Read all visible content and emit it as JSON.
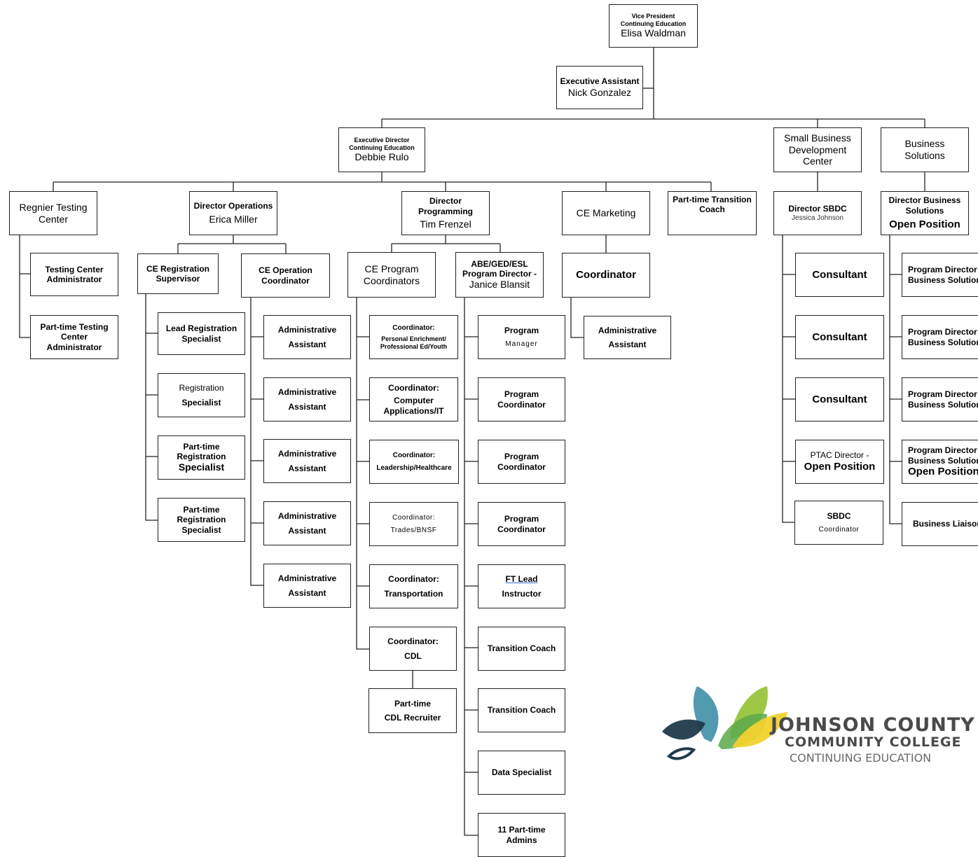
{
  "vp": {
    "title": "Vice President",
    "subtitle": "Continuing Education",
    "name": "Elisa Waldman"
  },
  "exec_assistant": {
    "title": "Executive Assistant",
    "name": "Nick Gonzalez"
  },
  "exec_director": {
    "title": "Executive Director",
    "subtitle": "Continuing Education",
    "name": "Debbie Rulo"
  },
  "sbdc_center": {
    "l1": "Small Business",
    "l2": "Development",
    "l3": "Center"
  },
  "business_solutions": {
    "l1": "Business",
    "l2": "Solutions"
  },
  "regnier": {
    "l1": "Regnier Testing",
    "l2": "Center"
  },
  "testing_admin": {
    "l1": "Testing Center",
    "l2": "Administrator"
  },
  "pt_testing_admin": {
    "l1": "Part-time Testing",
    "l2": "Center",
    "l3": "Administrator"
  },
  "dir_operations": {
    "title": "Director Operations",
    "name": "Erica Miller"
  },
  "ce_reg_supervisor": {
    "l1": "CE Registration",
    "l2": "Supervisor"
  },
  "ce_op_coordinator": {
    "l1": "CE Operation",
    "l2": "Coordinator"
  },
  "reg_staff": [
    {
      "l1": "Lead Registration",
      "l2": "Specialist"
    },
    {
      "l1": "Registration",
      "l2": "Specialist"
    },
    {
      "l1": "Part-time",
      "l2": "Registration",
      "l3": "Specialist"
    },
    {
      "l1": "Part-time",
      "l2": "Registration",
      "l3": "Specialist"
    }
  ],
  "admin_assistants": [
    {
      "l1": "Administrative",
      "l2": "Assistant"
    },
    {
      "l1": "Administrative",
      "l2": "Assistant"
    },
    {
      "l1": "Administrative",
      "l2": "Assistant"
    },
    {
      "l1": "Administrative",
      "l2": "Assistant"
    },
    {
      "l1": "Administrative",
      "l2": "Assistant"
    }
  ],
  "dir_programming": {
    "l1": "Director",
    "l2": "Programming",
    "name": "Tim Frenzel"
  },
  "ce_program_coordinators": {
    "l1": "CE Program",
    "l2": "Coordinators"
  },
  "abe_director": {
    "l1": "ABE/GED/ESL",
    "l2": "Program Director -",
    "name": "Janice Blansit"
  },
  "coordinators": [
    {
      "l1": "Coordinator:",
      "l2": "Personal Enrichment/",
      "l3": "Professional Ed/Youth"
    },
    {
      "l1": "Coordinator:",
      "l2": "Computer",
      "l3": "Applications/IT"
    },
    {
      "l1": "Coordinator:",
      "l2": "Leadership/Healthcare"
    },
    {
      "l1": "Coordinator:",
      "l2": "Trades/BNSF"
    },
    {
      "l1": "Coordinator:",
      "l2": "Transportation"
    },
    {
      "l1": "Coordinator:",
      "l2": "CDL"
    }
  ],
  "pt_cdl_recruiter": {
    "l1": "Part-time",
    "l2": "CDL Recruiter"
  },
  "abe_staff": [
    {
      "l1": "Program",
      "l2": "Manager"
    },
    {
      "l1": "Program",
      "l2": "Coordinator"
    },
    {
      "l1": "Program",
      "l2": "Coordinator"
    },
    {
      "l1": "Program",
      "l2": "Coordinator"
    },
    {
      "l1": "FT Lead",
      "l2": "Instructor"
    },
    {
      "l1": "Transition Coach"
    },
    {
      "l1": "Transition Coach"
    },
    {
      "l1": "Data Specialist"
    },
    {
      "l1": "11 Part-time",
      "l2": "Admins"
    }
  ],
  "ce_marketing": {
    "l1": "CE Marketing"
  },
  "marketing_coordinator": {
    "l1": "Coordinator"
  },
  "marketing_admin": {
    "l1": "Administrative",
    "l2": "Assistant"
  },
  "pt_transition_coach": {
    "l1": "Part-time Transition",
    "l2": "Coach"
  },
  "dir_sbdc": {
    "title": "Director SBDC",
    "name": "Jessica Johnson"
  },
  "sbdc_staff": [
    {
      "l1": "Consultant"
    },
    {
      "l1": "Consultant"
    },
    {
      "l1": "Consultant"
    },
    {
      "l1": "PTAC Director -",
      "l2": "Open Position"
    },
    {
      "l1": "SBDC",
      "l2": "Coordinator"
    }
  ],
  "dir_business_solutions": {
    "l1": "Director Business",
    "l2": "Solutions",
    "l3": "Open Position"
  },
  "bs_staff": [
    {
      "l1": "Program Director",
      "l2": "Business Solutions"
    },
    {
      "l1": "Program Director",
      "l2": "Business Solutions"
    },
    {
      "l1": "Program Director",
      "l2": "Business Solutions"
    },
    {
      "l1": "Program Director",
      "l2": "Business Solutions",
      "l3": "Open Position"
    },
    {
      "l1": "Business Liaison"
    }
  ],
  "logo": {
    "line1": "JOHNSON COUNTY",
    "line2": "COMMUNITY COLLEGE",
    "line3": "CONTINUING EDUCATION",
    "colors": [
      "#3f7f96",
      "#9ac43c",
      "#f2d22e",
      "#1f3a4a"
    ]
  }
}
